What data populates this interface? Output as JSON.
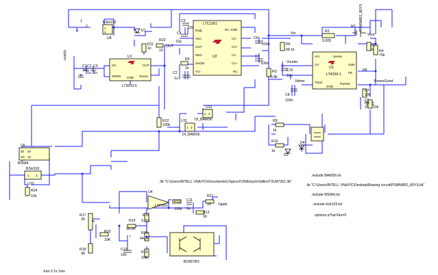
{
  "components": {
    "u1": {
      "ref": "U1",
      "part": "LT3010-5",
      "pins": [
        "Vin",
        "OUT",
        "SHDN",
        "Sense",
        "GND"
      ]
    },
    "u2": {
      "ref": "U2",
      "part": "LTC1261",
      "pins": [
        "Ro",
        "GND",
        "Radj",
        "C2-",
        "ADJ",
        "C2+",
        "OUT",
        "C1-",
        "REG",
        "C1+",
        "SHDN",
        "NC",
        "Vcc"
      ]
    },
    "u3": {
      "ref": "U3",
      "part": "LT4256-1",
      "pins": [
        "Vcc",
        "Sense",
        "UV",
        "Gate",
        "Timer",
        "FB",
        "GND",
        "PwrGD"
      ]
    },
    "u4": {
      "ref": "U4",
      "part": "LM7301"
    },
    "u5": {
      "ref": "U5",
      "part": "BS584",
      "pins": [
        "30",
        "20",
        "1D",
        "10"
      ]
    },
    "u8": {
      "ref": "U8",
      "part": "BSH103"
    },
    "u10": {
      "ref": "U10",
      "part": "BSH103"
    },
    "u11": {
      "ref": "U11",
      "part": "DI_BAW56"
    },
    "u12": {
      "ref": "U12",
      "part": "DI_BAW56"
    },
    "q": {
      "part": "BC857BS"
    },
    "m1": {
      "ref": "M1",
      "part": "PSMN8R2_80YS"
    },
    "d1": {
      "ref": "D1"
    },
    "d3": {
      "ref": "D3"
    },
    "d4": {
      "ref": "D4"
    },
    "r2": {
      "ref": "R2",
      "value": "0.005"
    },
    "r3": {
      "ref": "R3",
      "value": "6.8k"
    },
    "r4": {
      "ref": "R4",
      "value": "75k"
    },
    "r5": {
      "ref": "R5",
      "value": "1k"
    },
    "r6": {
      "ref": "R6",
      "value": "68.1k"
    },
    "r7": {
      "ref": "R7",
      "value": "10k"
    },
    "r8": {
      "ref": "R8",
      "value": "10k"
    },
    "r9": {
      "ref": "R9",
      "value": "1k"
    },
    "r10": {
      "ref": "R10",
      "value": "1k"
    },
    "r11": {
      "ref": "R11",
      "value": "1k"
    },
    "r12": {
      "ref": "R12",
      "value": "100k"
    },
    "r13": {
      "ref": "R13",
      "value": "1K"
    },
    "r14": {
      "ref": "R14",
      "value": "3.01k"
    },
    "r15": {
      "ref": "R15",
      "value": "44.2K"
    },
    "r16": {
      "ref": "R16",
      "value": "10K"
    },
    "r17": {
      "ref": "R17",
      "value": "2K"
    },
    "r18": {
      "ref": "R18",
      "value": "3K"
    },
    "r19": {
      "ref": "R19",
      "value": "30.1K"
    },
    "r20": {
      "ref": "R20",
      "value": "10K"
    },
    "r21": {
      "ref": "R21",
      "value": "10"
    },
    "r22": {
      "ref": "R22",
      "value": "100k"
    },
    "r23": {
      "ref": "R23",
      "value": "10"
    },
    "r24": {
      "ref": "R24",
      "value": "10k"
    },
    "c1": {
      "ref": "C1",
      "value": "1u"
    },
    "c2": {
      "ref": "C2",
      "value": "1u"
    },
    "c3": {
      "ref": "C3",
      "value": "1n"
    },
    "c4": {
      "ref": "C4",
      "value": "10µ"
    },
    "c5": {
      "ref": "C5",
      "value": "100n"
    },
    "c6": {
      "ref": "C6",
      "value": "100n"
    },
    "c7": {
      "ref": "C7",
      "value": "100n"
    },
    "c8": {
      "ref": "C8",
      "value": "100n"
    },
    "c9": {
      "ref": "C9",
      "value": "10n"
    },
    "c10": {
      "ref": "C10",
      "value": "10n"
    },
    "c11": {
      "ref": "C11",
      "value": "1µ"
    },
    "c12": {
      "ref": "C12",
      "value": "10n"
    }
  },
  "nets": {
    "vin": "Vin",
    "vout": "Vout",
    "vunder": "Vunder",
    "supply": "supply",
    "out": "OUT",
    "fb": "FB",
    "power_good": "PowerGood",
    "vtimer": "Vtimer",
    "vgate": "Vgate",
    "num1": "1",
    "num2": "2"
  },
  "directives": {
    "inc_baw56": ".include BAW56.txt",
    "lib_lm7301": ".lib \"C:\\Users\\INTELL VNA PC\\Documents\\LTspiceXVII\\lib\\sym\\Valfire\\TI\\LM7301.lib\"",
    "lib_psmn": ".lib \"C:\\Users\\INTELL VNA PC\\Desktop\\Biasing circuit\\PSMN8R2_80YS.lib\"",
    "inc_bs584": ".include BS584.txt",
    "inc_bsh103": ".include bsh103.txt",
    "options": ".options pTranTau=0",
    "tran": ".tran 0 1s 1ms"
  }
}
